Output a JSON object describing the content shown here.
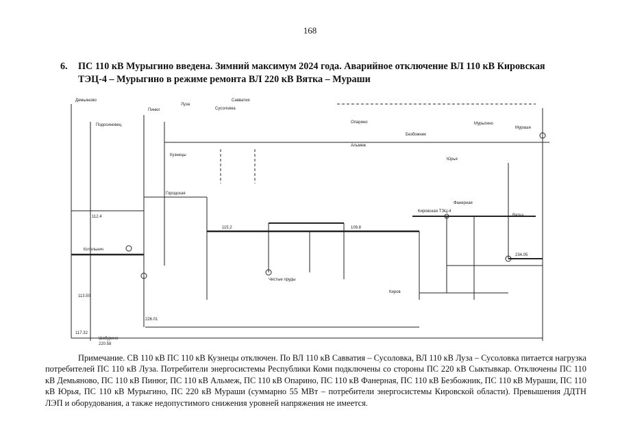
{
  "page": {
    "number": "168",
    "heading_num": "6.",
    "heading_line1": "ПС 110 кВ Мурыгино введена. Зимний максимум 2024 года. Аварийное отключение ВЛ 110 кВ Кировская",
    "heading_line2": "ТЭЦ-4 – Мурыгино в режиме ремонта ВЛ 220 кВ Вятка – Мураши"
  },
  "diagram": {
    "labels": {
      "demyanovo": "Демьяново",
      "podosinovets": "Подосиновец",
      "pinyug": "Пинюг",
      "luza": "Луза",
      "sosolovka": "Сусоловка",
      "savvatia": "Савватия",
      "kuzhenki": "Кузнецы",
      "opanino": "Опарино",
      "murygino": "Мурыгино",
      "murashi": "Мураши",
      "yuria": "Юрья",
      "vyatka": "Вятка",
      "kirov": "Киров",
      "kotelnich": "Котельнич",
      "shaburino": "Шабурино",
      "gorodskaya": "Городская",
      "chistye_prudy": "Чистые пруды",
      "faneraya": "Фанерная",
      "bezbozhnik": "Безбожник",
      "almezh": "Альмеж",
      "kirovskaya_tec4": "Кировская ТЭЦ-4",
      "voltage_a": "112.4",
      "voltage_b": "115.2",
      "voltage_c": "109.8",
      "voltage_d": "226.01",
      "voltage_e": "234.05",
      "voltage_f": "220.58",
      "voltage_g": "113.50",
      "voltage_h": "117.32"
    }
  },
  "note": {
    "text": "Примечание. СВ 110 кВ ПС 110 кВ Кузнецы отключен. По ВЛ 110 кВ Савватия – Сусоловка, ВЛ 110 кВ Луза – Сусоловка питается нагрузка потребителей ПС 110 кВ Луза. Потребители энергосистемы Республики Коми подключены со стороны ПС 220 кВ Сыктывкар. Отключены ПС 110 кВ Демьяново, ПС 110 кВ Пинюг, ПС 110 кВ Альмеж, ПС 110 кВ Опарино, ПС 110 кВ Фанерная, ПС 110 кВ Безбожник, ПС 110 кВ Мураши, ПС 110 кВ Юрья, ПС 110 кВ Мурыгино, ПС 220 кВ Мураши (суммарно 55 МВт – потребители энергосистемы Кировской области). Превышения ДДТН ЛЭП и оборудования, а также недопустимого снижения уровней напряжения не имеется."
  }
}
